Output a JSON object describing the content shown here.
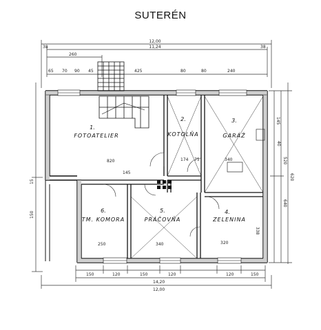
{
  "title": "SUTERÉN",
  "dimensions": {
    "top_total": "12,00",
    "top_inner": "11,24",
    "top_left_offset": "38",
    "top_right_offset": "38",
    "top_260": "260",
    "top_425": "425",
    "top_80a": "80",
    "top_80b": "80",
    "top_240": "240",
    "top_65": "65",
    "top_70": "70",
    "top_90": "90",
    "top_45": "45",
    "right_145": "145",
    "right_520": "520",
    "right_620": "620",
    "right_640": "640",
    "right_40": "40",
    "left_150": "150",
    "left_15": "15",
    "bottom_150a": "150",
    "bottom_120": "120",
    "bottom_150b": "150",
    "bottom_120b": "120",
    "bottom_120c": "120",
    "bottom_150c": "150",
    "bottom_14_20": "14,20",
    "bottom_12_00": "12,00",
    "r1_820": "820",
    "r1_145": "145",
    "r3_340": "340",
    "r6_250": "250",
    "r5_340": "340",
    "r4_320": "320",
    "r4_338": "338",
    "r2_75": "75",
    "r2_174": "174"
  },
  "rooms": [
    {
      "num": "1.",
      "name": "FOTOATELIER"
    },
    {
      "num": "2.",
      "name": "KOTOLŇA"
    },
    {
      "num": "3.",
      "name": "GARÁŽ"
    },
    {
      "num": "4.",
      "name": "ZELENINA"
    },
    {
      "num": "5.",
      "name": "PRÁČOVŇA"
    },
    {
      "num": "6.",
      "name": "TM. KOMORA"
    }
  ]
}
